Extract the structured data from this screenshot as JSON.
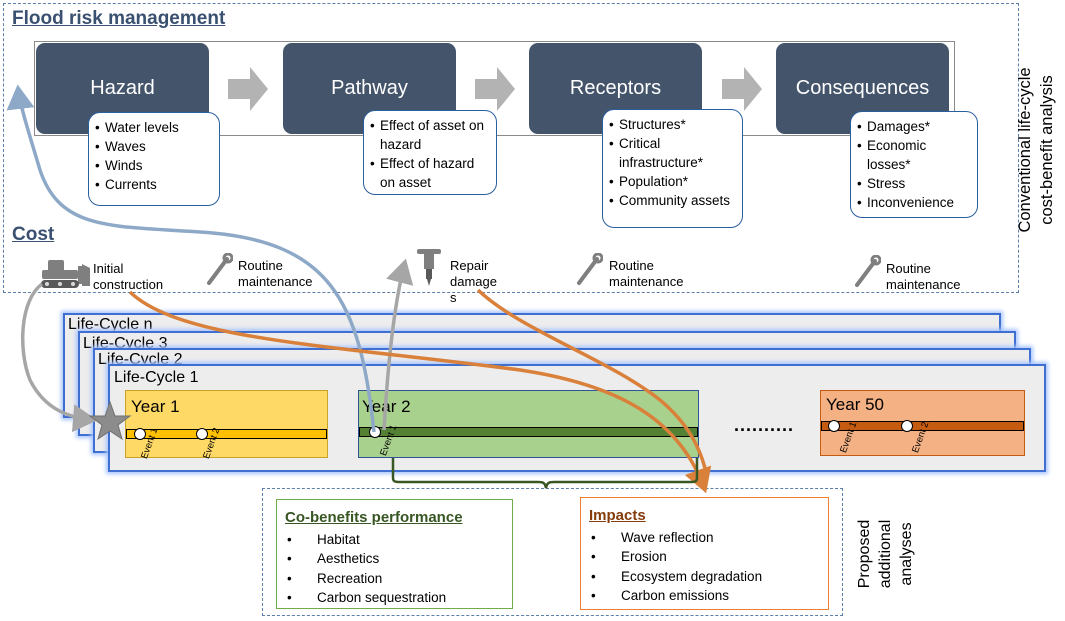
{
  "flood_section": {
    "title": "Flood risk management"
  },
  "stages": [
    {
      "label": "Hazard"
    },
    {
      "label": "Pathway"
    },
    {
      "label": "Receptors"
    },
    {
      "label": "Consequences"
    }
  ],
  "hazard_items": [
    "Water levels",
    "Waves",
    "Winds",
    "Currents"
  ],
  "pathway_items": [
    "Effect of asset on hazard",
    "Effect of hazard on asset"
  ],
  "receptor_items": [
    "Structures*",
    "Critical infrastructure*",
    "Population*",
    "Community assets"
  ],
  "consequence_items": [
    "Damages*",
    "Economic losses*",
    "Stress",
    "Inconvenience"
  ],
  "cost_section": {
    "title": "Cost",
    "items": [
      {
        "icon": "bulldozer-icon",
        "label": "Initial construction"
      },
      {
        "icon": "wrench-icon",
        "label": "Routine maintenance"
      },
      {
        "icon": "jackhammer-icon",
        "label": "Repair damage s"
      },
      {
        "icon": "wrench-icon",
        "label": "Routine maintenance"
      },
      {
        "icon": "wrench-icon",
        "label": "Routine maintenance"
      }
    ]
  },
  "side_labels": {
    "conventional": "Conventional life-cycle cost-benefit analysis",
    "proposed": "Proposed additional analyses"
  },
  "life_cycles": [
    "Life-Cycle n",
    "Life-Cycle 3",
    "Life-Cycle 2",
    "Life-Cycle 1"
  ],
  "years": [
    {
      "label": "Year 1",
      "fill": "#ffd966",
      "border": "#c9a227",
      "bar": "#ffc000"
    },
    {
      "label": "Year 2",
      "fill": "#a9d18e",
      "border": "#2f5597",
      "bar": "#548235"
    },
    {
      "label": "Year 50",
      "fill": "#f4b183",
      "border": "#c55a11",
      "bar": "#c55a11"
    }
  ],
  "ellipsis": "..........",
  "events": [
    "Event 1",
    "Event 2"
  ],
  "co_benefits": {
    "title": "Co-benefits performance",
    "items": [
      "Habitat",
      "Aesthetics",
      "Recreation",
      "Carbon sequestration"
    ]
  },
  "impacts": {
    "title": "Impacts",
    "items": [
      "Wave reflection",
      "Erosion",
      "Ecosystem degradation",
      "Carbon emissions"
    ]
  },
  "colors": {
    "stage_fill": "#44546a",
    "title_blue": "#3a5070",
    "co_benefit_green": "#70ad47",
    "co_benefit_title": "#375623",
    "impact_orange": "#ed7d31",
    "impact_title": "#843c0c",
    "arrow_blue": "#8ea9c8",
    "arrow_gray": "#a6a6a6",
    "arrow_orange": "#d9803a"
  }
}
